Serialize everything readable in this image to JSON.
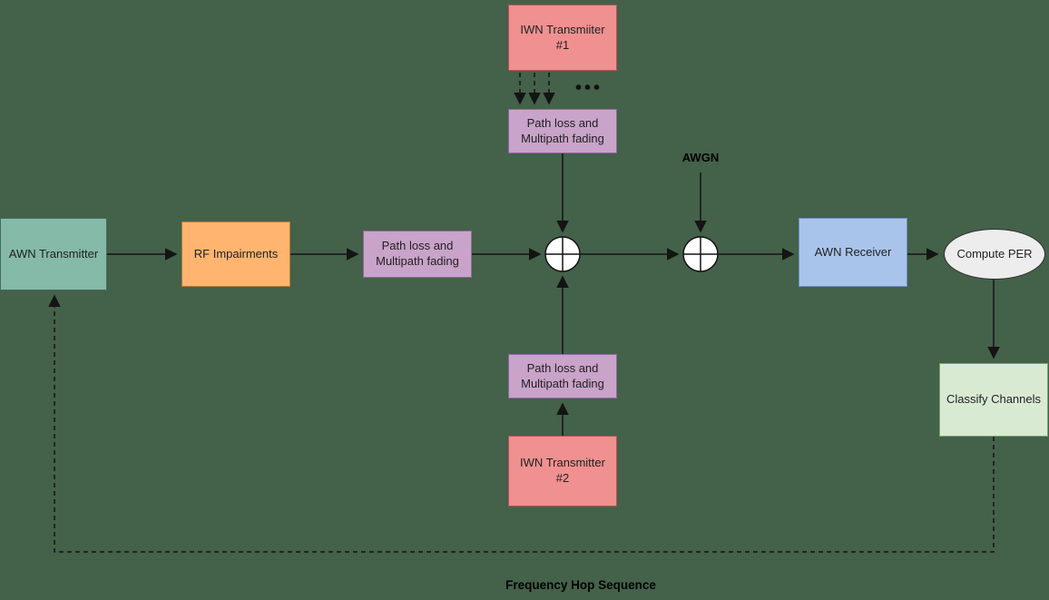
{
  "diagram": {
    "title": "AWN / IWN channel simulation block diagram",
    "nodes": {
      "awn_transmitter": {
        "label": "AWN Transmitter"
      },
      "rf_impairments": {
        "label": "RF Impairments"
      },
      "path_loss_main": {
        "label": "Path loss and Multipath fading"
      },
      "path_loss_interferer1": {
        "label": "Path loss and Multipath fading"
      },
      "path_loss_interferer2": {
        "label": "Path loss and Multipath fading"
      },
      "iwn_transmitter_1": {
        "label": "IWN Transmiiter #1"
      },
      "iwn_transmitter_2": {
        "label": "IWN Transmitter #2"
      },
      "awn_receiver": {
        "label": "AWN Receiver"
      },
      "compute_per": {
        "label": "Compute PER"
      },
      "classify_channels": {
        "label": "Classify Channels"
      }
    },
    "labels": {
      "awgn": "AWGN",
      "frequency_hop_sequence": "Frequency Hop Sequence",
      "ellipsis": "•••"
    },
    "colors": {
      "background": "#44614a",
      "awn_transmitter_fill": "#85b9a8",
      "rf_impairments_fill": "#ffb570",
      "path_loss_fill": "#c9a3c9",
      "iwn_transmitter_fill": "#f09090",
      "awn_receiver_fill": "#a9c4eb",
      "compute_per_fill": "#ededed",
      "classify_channels_fill": "#d9ead3",
      "sum_node_fill": "#ffffff",
      "connector": "#141414"
    }
  }
}
